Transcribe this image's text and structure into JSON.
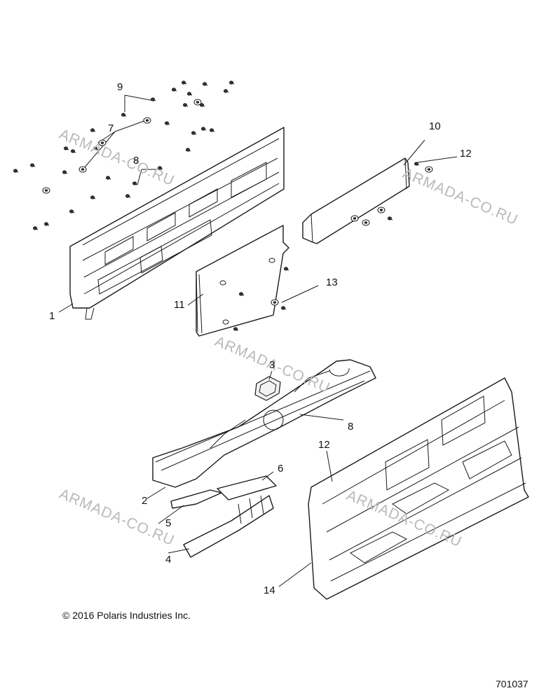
{
  "diagram": {
    "copyright": "© 2016 Polaris Industries Inc.",
    "diagram_number": "701037",
    "watermark": "ARMADA-CO.RU",
    "callouts": {
      "c1": "1",
      "c2": "2",
      "c3": "3",
      "c4": "4",
      "c5": "5",
      "c6": "6",
      "c7": "7",
      "c8a": "8",
      "c8b": "8",
      "c9": "9",
      "c10": "10",
      "c11": "11",
      "c12a": "12",
      "c12b": "12",
      "c13": "13",
      "c14": "14"
    }
  }
}
